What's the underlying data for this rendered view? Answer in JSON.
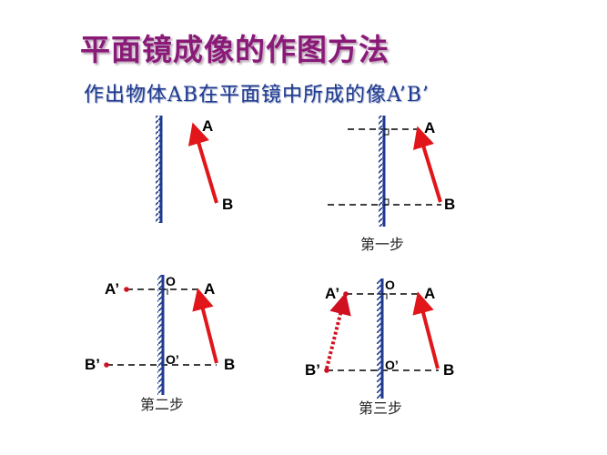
{
  "title": "平面镜成像的作图方法",
  "subtitle": "作出物体AB在平面镜中所成的像A’B’",
  "colors": {
    "title": "#8a1a78",
    "subtitle": "#1f3a8f",
    "mirror": "#1f3a8f",
    "arrow": "#e0161b",
    "image_dot": "#d01020"
  },
  "panels": [
    {
      "id": "original",
      "labels": {
        "A": "A",
        "B": "B"
      },
      "caption": ""
    },
    {
      "id": "step1",
      "labels": {
        "A": "A",
        "B": "B"
      },
      "caption": "第一步"
    },
    {
      "id": "step2",
      "labels": {
        "A": "A",
        "B": "B",
        "A_img": "A’",
        "B_img": "B’",
        "O": "O",
        "O_img": "O’"
      },
      "caption": "第二步"
    },
    {
      "id": "step3",
      "labels": {
        "A": "A",
        "B": "B",
        "A_img": "A’",
        "B_img": "B’",
        "O": "O",
        "O_img": "O’"
      },
      "caption": "第三步"
    }
  ]
}
